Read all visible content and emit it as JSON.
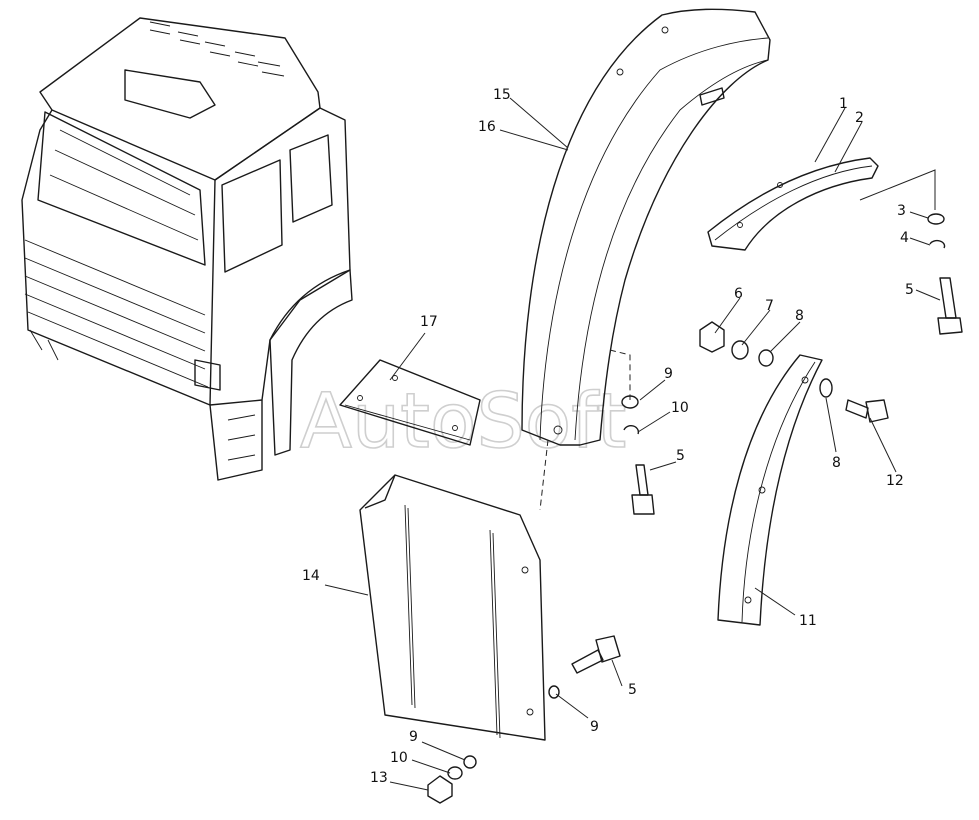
{
  "watermark": "AutoSoft",
  "callouts": [
    "1",
    "2",
    "3",
    "4",
    "5",
    "6",
    "7",
    "8",
    "9",
    "10",
    "11",
    "12",
    "13",
    "14",
    "15",
    "16",
    "17"
  ],
  "extra_callouts": {
    "five_b": "5",
    "five_c": "5",
    "eight_b": "8",
    "nine_b": "9",
    "nine_c": "9",
    "ten_b": "10"
  }
}
